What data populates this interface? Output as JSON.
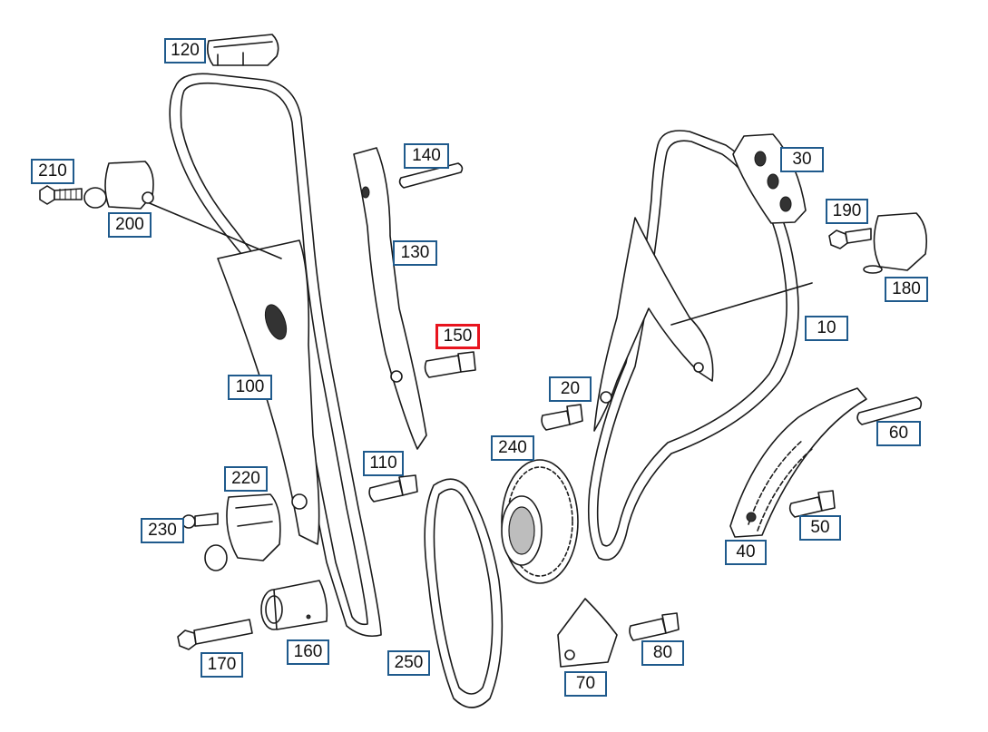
{
  "diagram": {
    "highlight_color": "#e8141e",
    "callout_border_color": "#1f5a8c",
    "selected_part": "150",
    "parts": [
      {
        "id": "p120",
        "label": "120"
      },
      {
        "id": "p210",
        "label": "210"
      },
      {
        "id": "p200",
        "label": "200"
      },
      {
        "id": "p140",
        "label": "140"
      },
      {
        "id": "p130",
        "label": "130"
      },
      {
        "id": "p150",
        "label": "150"
      },
      {
        "id": "p100",
        "label": "100"
      },
      {
        "id": "p110",
        "label": "110"
      },
      {
        "id": "p220",
        "label": "220"
      },
      {
        "id": "p230",
        "label": "230"
      },
      {
        "id": "p170",
        "label": "170"
      },
      {
        "id": "p160",
        "label": "160"
      },
      {
        "id": "p250",
        "label": "250"
      },
      {
        "id": "p240",
        "label": "240"
      },
      {
        "id": "p20",
        "label": "20"
      },
      {
        "id": "p70",
        "label": "70"
      },
      {
        "id": "p80",
        "label": "80"
      },
      {
        "id": "p30",
        "label": "30"
      },
      {
        "id": "p190",
        "label": "190"
      },
      {
        "id": "p180",
        "label": "180"
      },
      {
        "id": "p10",
        "label": "10"
      },
      {
        "id": "p60",
        "label": "60"
      },
      {
        "id": "p40",
        "label": "40"
      },
      {
        "id": "p50",
        "label": "50"
      }
    ]
  }
}
